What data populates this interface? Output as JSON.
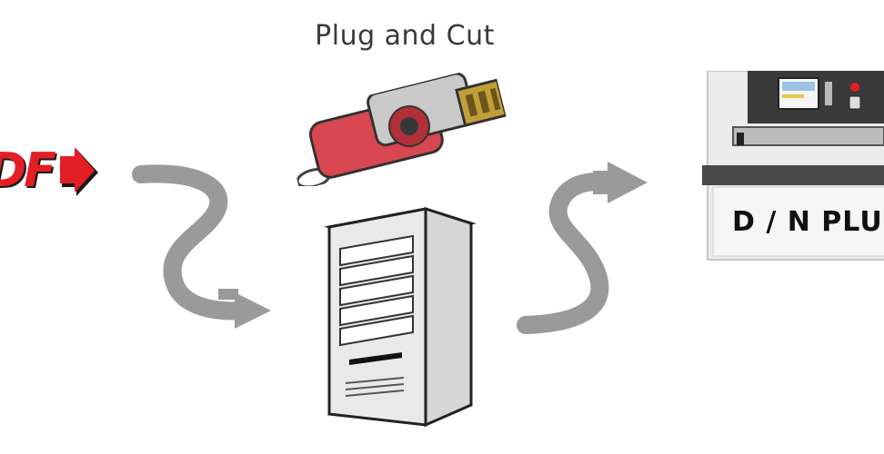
{
  "diagram": {
    "title": "Plug and Cut",
    "source_logo_text": "DF",
    "cutter_label": "D / N PLU"
  },
  "colors": {
    "arrow": "#9a9a9a",
    "usb_body": "#e04a55",
    "usb_connector": "#b8962e",
    "logo_red": "#e31e24",
    "server_body": "#e6e6e6",
    "machine_body": "#ececec",
    "machine_dark": "#3a3a3a"
  },
  "icons": [
    "pdf-logo-icon",
    "usb-stick-icon",
    "server-tower-icon",
    "cutting-machine-icon"
  ]
}
